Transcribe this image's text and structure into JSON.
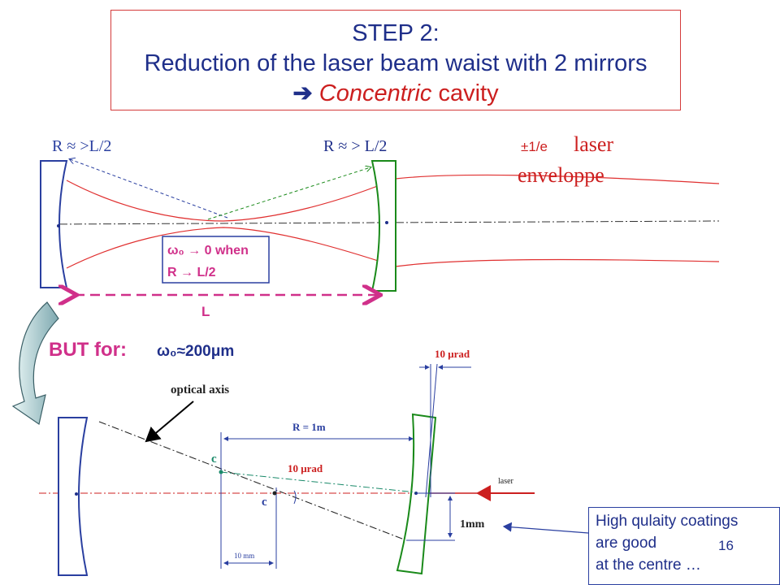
{
  "title": {
    "line1": "STEP 2:",
    "line2": "Reduction of the laser beam waist with 2 mirrors",
    "arrow": "➔",
    "line3_italic": "Concentric",
    "line3_rest": " cavity"
  },
  "top_diagram": {
    "left_mirror_label": "R ≈ >L/2",
    "right_mirror_label": "R ≈ > L/2",
    "envelope_prefix": "±1/e",
    "envelope_word1": "laser",
    "envelope_word2": "enveloppe",
    "waist_line1": "ω₀ → 0 when",
    "waist_line2": "R → L/2",
    "length_label": "L"
  },
  "but_for": {
    "prefix": "BUT for:",
    "expr": "ω₀≈200μm"
  },
  "bottom_diagram": {
    "optical_axis_label": "optical axis",
    "angle_top_label": "10 μrad",
    "radius_label": "R = 1m",
    "c_upper": "c",
    "c_lower": "c",
    "angle_mid_label": "10 μrad",
    "laser_label": "laser",
    "offset_label": "1mm",
    "shift_label": "10 mm"
  },
  "callout": {
    "line1": "High qulaity coatings",
    "line2": "are good",
    "line3": "at the centre …"
  },
  "page_number": "16",
  "colors": {
    "title_text": "#1f2f8a",
    "accent_red": "#cc1f1f",
    "mirror_blue": "#2a3fa0",
    "mirror_green": "#1a8a1a",
    "magenta": "#d0308a"
  }
}
